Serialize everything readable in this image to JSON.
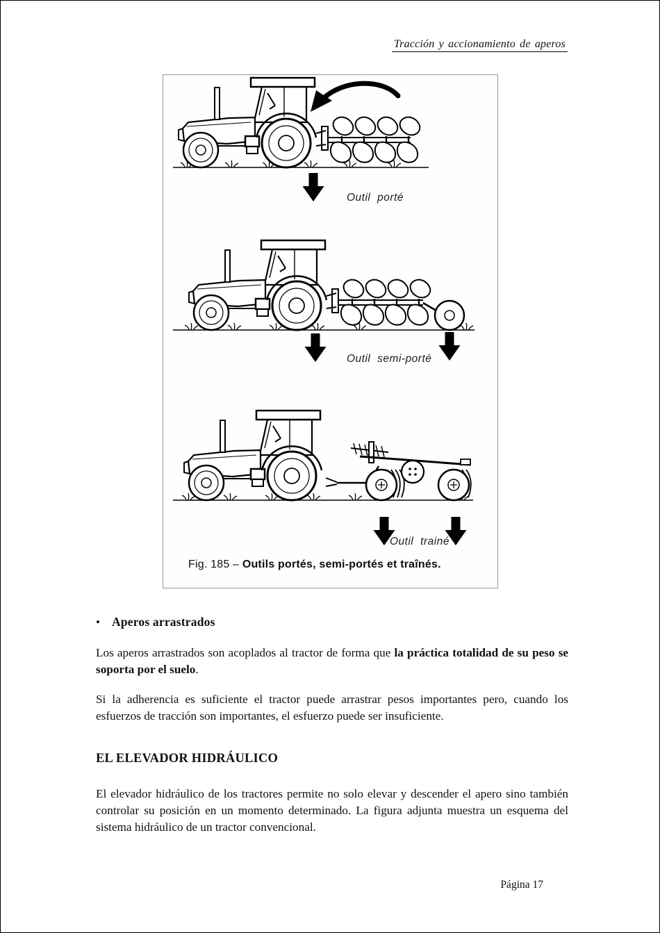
{
  "page": {
    "header": "Tracción y accionamiento de aperos",
    "footer_label": "Página 17"
  },
  "figure": {
    "caption_prefix": "Fig. 185 – ",
    "caption_bold": "Outils portés, semi-portés et traînés.",
    "labels": {
      "ported": "Outil porté",
      "semi_ported": "Outil semi-porté",
      "trailed": "Outil trainé"
    }
  },
  "content": {
    "bullet_marker": "•",
    "bullet_heading": "Aperos arrastrados",
    "para1_normal": "Los aperos arrastrados son acoplados al tractor de forma que ",
    "para1_bold": "la práctica totalidad de su peso se soporta por el suelo",
    "para1_end": ".",
    "para2": "Si la adherencia es suficiente el tractor puede arrastrar pesos importantes pero, cuando los esfuerzos de tracción son importantes, el esfuerzo puede ser insuficiente.",
    "section_heading": "EL ELEVADOR HIDRÁULICO",
    "para3": "El elevador hidráulico de los tractores permite no solo elevar y descender el apero sino también controlar su posición en un momento determinado. La figura adjunta muestra un esquema del sistema hidráulico de un tractor convencional."
  }
}
